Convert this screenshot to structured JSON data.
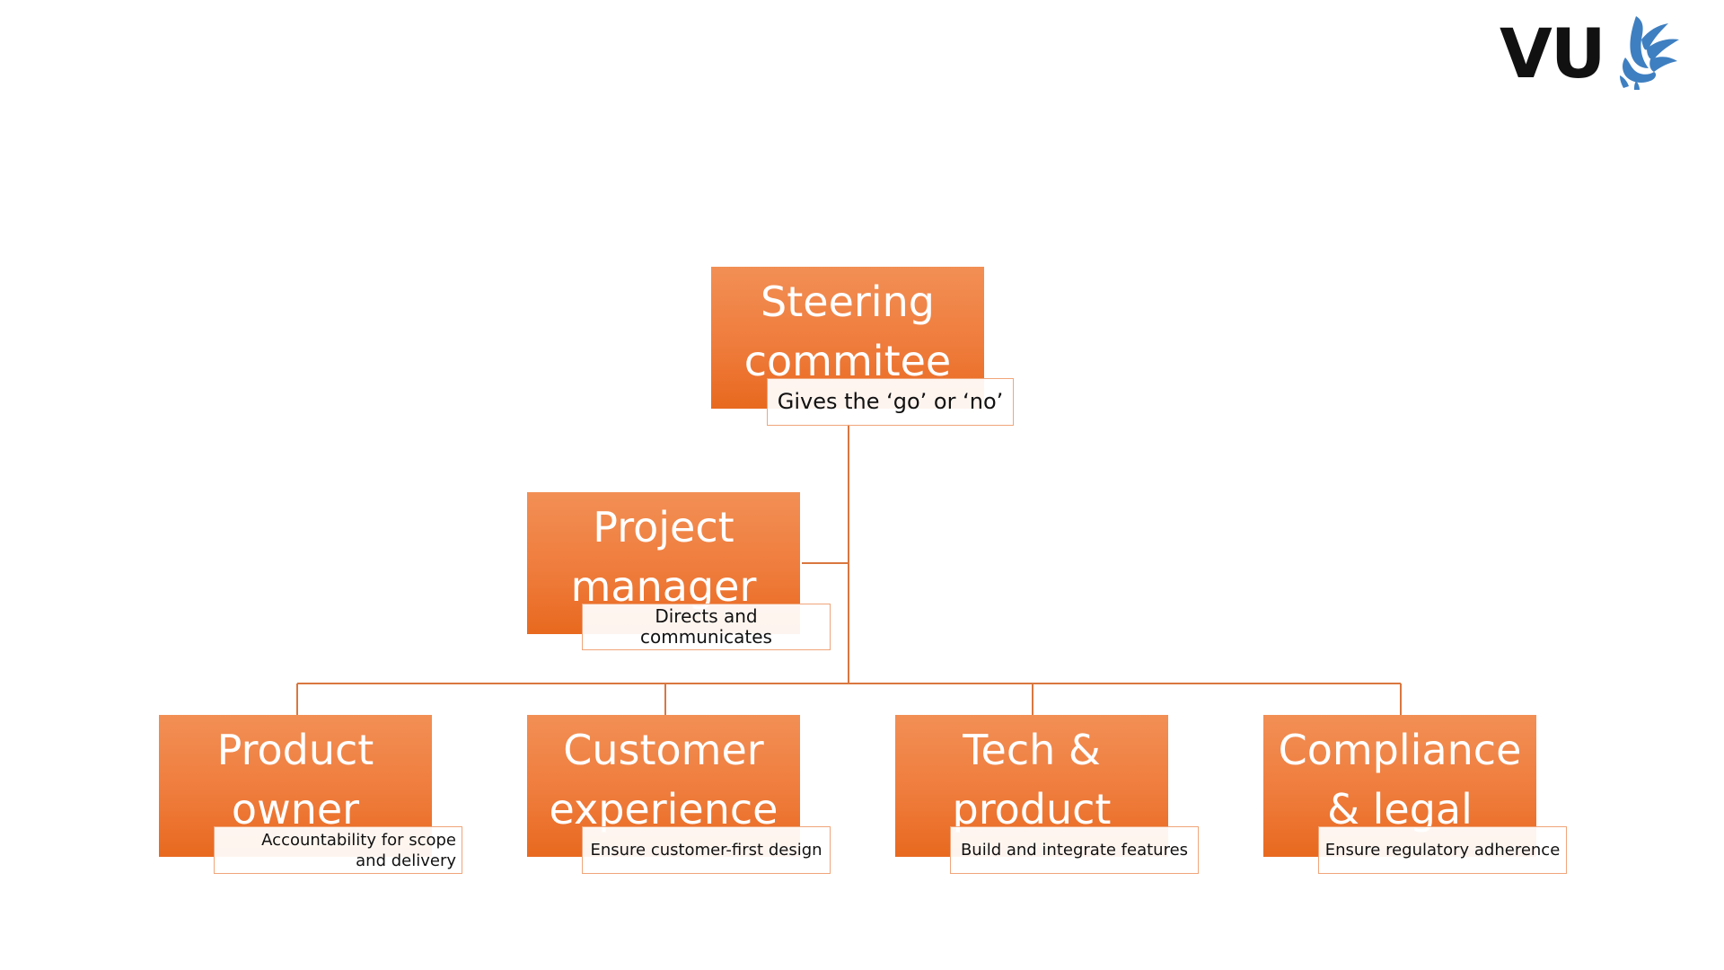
{
  "logo": {
    "text": "VU",
    "accent_color": "#3e7fc1",
    "icon": "griffin-logo-icon"
  },
  "colors": {
    "box_top": "#f28f55",
    "box_bottom": "#e8691f",
    "connector": "#d9773f",
    "caption_border": "#f0a57a"
  },
  "nodes": {
    "steering": {
      "title": "Steering\ncommitee",
      "caption": "Gives the ‘go’ or ‘no’"
    },
    "project_manager": {
      "title": "Project\nmanager",
      "caption": "Directs and communicates"
    },
    "product_owner": {
      "title": "Product\nowner",
      "caption": "Accountability for scope and delivery"
    },
    "customer_experience": {
      "title": "Customer\nexperience",
      "caption": "Ensure customer-first design"
    },
    "tech_product": {
      "title": "Tech &\nproduct",
      "caption": "Build and integrate features"
    },
    "compliance_legal": {
      "title": "Compliance\n& legal",
      "caption": "Ensure regulatory adherence"
    }
  }
}
